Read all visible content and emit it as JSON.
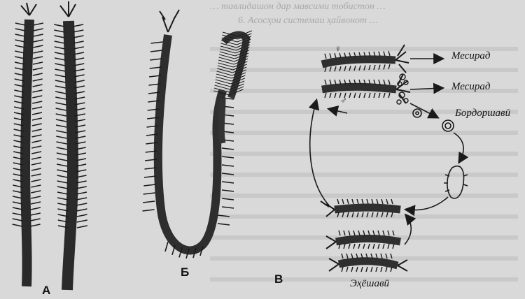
{
  "header_text": {
    "line1": "… тавлидашон дар мавсими тобистон …",
    "line2": "6. Асосҳои системаи ҳайвонот …"
  },
  "figure_labels": {
    "a": "А",
    "b": "Б",
    "v": "В"
  },
  "stage_labels": {
    "mesirad_1": "Месирад",
    "mesirad_2": "Месирад",
    "bordorshavi": "Бордоршавӣ",
    "ekhyoshavi": "Эҳёшавӣ"
  },
  "symbols": {
    "female": "♀",
    "male": "♂"
  },
  "colors": {
    "ink": "#1a1a1a",
    "paper": "#d9d9d9",
    "faded_text": "#a9a9a9"
  }
}
